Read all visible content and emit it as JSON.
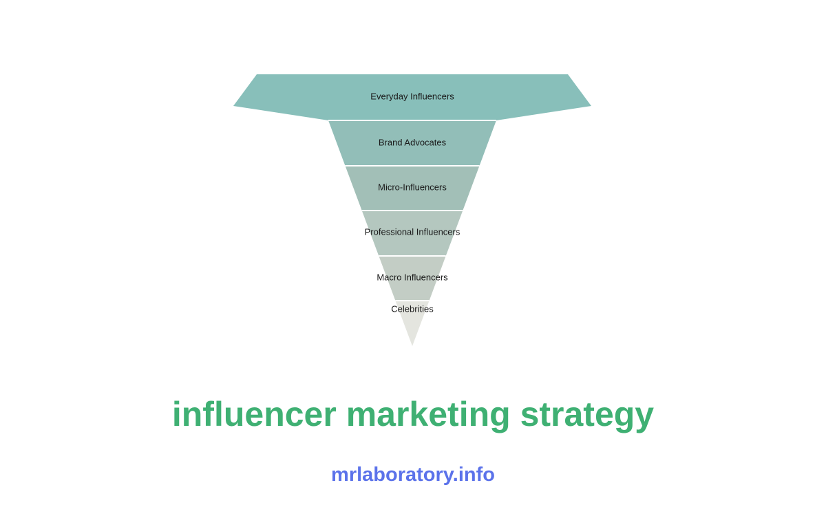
{
  "diagram": {
    "type": "inverted-pyramid",
    "tiers": [
      {
        "label": "Everyday Influencers",
        "color": "#88bfba"
      },
      {
        "label": "Brand Advocates",
        "color": "#92beb8"
      },
      {
        "label": "Micro-Influencers",
        "color": "#a2bfb7"
      },
      {
        "label": "Professional Influencers",
        "color": "#b4c7bf"
      },
      {
        "label": "Macro Influencers",
        "color": "#c3cdc5"
      },
      {
        "label": "Celebrities",
        "color": "#e4e5df"
      }
    ]
  },
  "caption": {
    "title": "influencer marketing strategy",
    "site": "mrlaboratory.info"
  },
  "colors": {
    "title": "#3fb073",
    "site": "#5b72ea"
  }
}
